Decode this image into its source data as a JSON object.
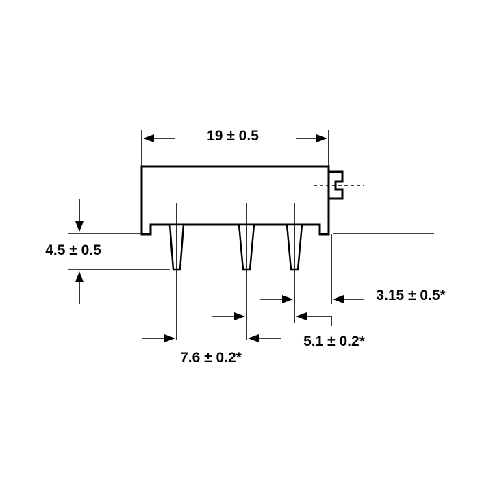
{
  "dimensions": {
    "width": "19 ± 0.5",
    "height": "4.5 ± 0.5",
    "edge_to_pin": "3.15 ± 0.5*",
    "pin_pitch_wide": "7.6 ± 0.2*",
    "pin_pitch_narrow": "5.1 ± 0.2*"
  },
  "colors": {
    "stroke": "#000000",
    "background": "#ffffff"
  }
}
